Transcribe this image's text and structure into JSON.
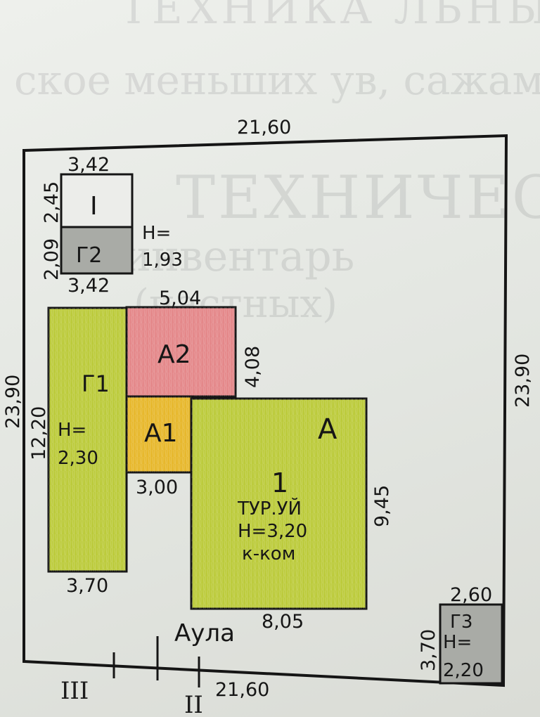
{
  "background_text": {
    "line1": "ТЕХНИКА ЛЬНЫЙ ПА",
    "line2": "ское меньших ув, сажам",
    "line3": "ТЕХНИЧЕСКИЙ",
    "line4": "инвентарь",
    "line5": "(частных)"
  },
  "plot": {
    "top_length": "21,60",
    "bottom_length": "21,60",
    "left_length": "23,90",
    "right_length": "23,90"
  },
  "building_I": {
    "label": "I",
    "width_top": "3,42",
    "height": "2,45"
  },
  "building_G2": {
    "label": "Г2",
    "width_bottom": "3,42",
    "height": "2,09",
    "h_label": "Н=",
    "h_value": "1,93"
  },
  "building_G1": {
    "label": "Г1",
    "length": "12,20",
    "width": "3,70",
    "h_label": "Н=",
    "h_value": "2,30"
  },
  "building_A2": {
    "label": "А2",
    "width": "5,04",
    "height": "4,08"
  },
  "building_A1": {
    "label": "А1",
    "width": "3,00"
  },
  "building_A": {
    "label": "А",
    "number": "1",
    "material": "ТУР.УЙ",
    "h_text": "Н=3,20",
    "rooms": "к-ком",
    "width": "8,05",
    "height": "9,45"
  },
  "building_G3": {
    "label": "Г3",
    "width": "2,60",
    "height": "3,70",
    "h_label": "Н=",
    "h_value": "2,20"
  },
  "street": {
    "name": "Аула"
  },
  "markers": {
    "III": "III",
    "II": "II"
  },
  "colors": {
    "green_fill": "#bccb3c",
    "pink_fill": "#e4888a",
    "yellow_fill": "#e7b82d",
    "gray_fill": "#a9aba6",
    "line": "#151515"
  }
}
